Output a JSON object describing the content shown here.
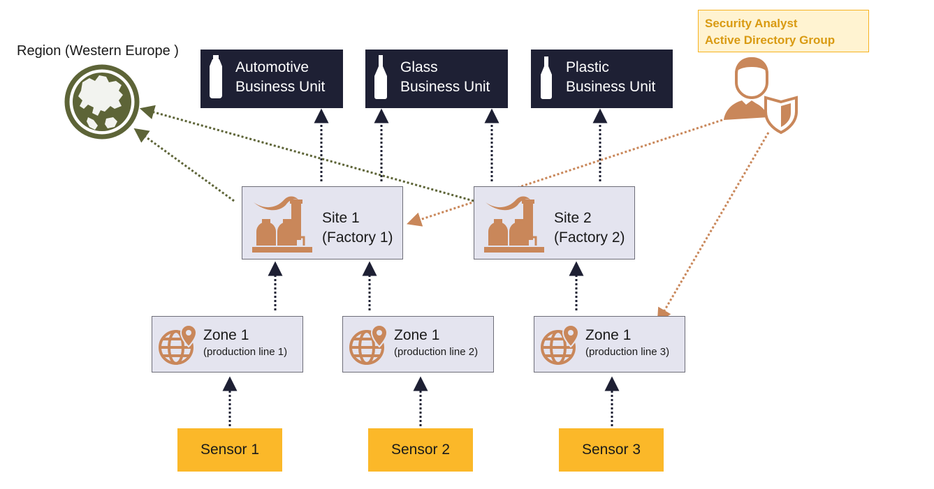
{
  "region": {
    "label": "Region (Western Europe )",
    "icon": "globe-europe-icon"
  },
  "business_units": [
    {
      "line1": "Automotive",
      "line2": "Business Unit",
      "icon": "plastic-bottle-icon"
    },
    {
      "line1": "Glass",
      "line2": "Business Unit",
      "icon": "glass-bottle-icon"
    },
    {
      "line1": "Plastic",
      "line2": "Business Unit",
      "icon": "bottle-icon"
    }
  ],
  "security_analyst": {
    "line1": "Security Analyst",
    "line2": "Active Directory Group",
    "icon": "security-analyst-icon"
  },
  "sites": [
    {
      "title": "Site 1",
      "subtitle": "(Factory 1)",
      "icon": "factory-icon"
    },
    {
      "title": "Site 2",
      "subtitle": "(Factory 2)",
      "icon": "factory-icon"
    }
  ],
  "zones": [
    {
      "title": "Zone 1",
      "subtitle": "(production line 1)",
      "icon": "globe-location-pin-icon"
    },
    {
      "title": "Zone 1",
      "subtitle": "(production line 2)",
      "icon": "globe-location-pin-icon"
    },
    {
      "title": "Zone 1",
      "subtitle": "(production line 3)",
      "icon": "globe-location-pin-icon"
    }
  ],
  "sensors": [
    {
      "label": "Sensor 1"
    },
    {
      "label": "Sensor 2"
    },
    {
      "label": "Sensor 3"
    }
  ],
  "colors": {
    "business_unit_bg": "#1e2034",
    "node_bg": "#e4e4ef",
    "sensor_bg": "#fbb829",
    "accent_copper": "#c9875a",
    "region_olive": "#5d6437",
    "connector_dark": "#1e2034",
    "analyst_text": "#d99a12"
  }
}
